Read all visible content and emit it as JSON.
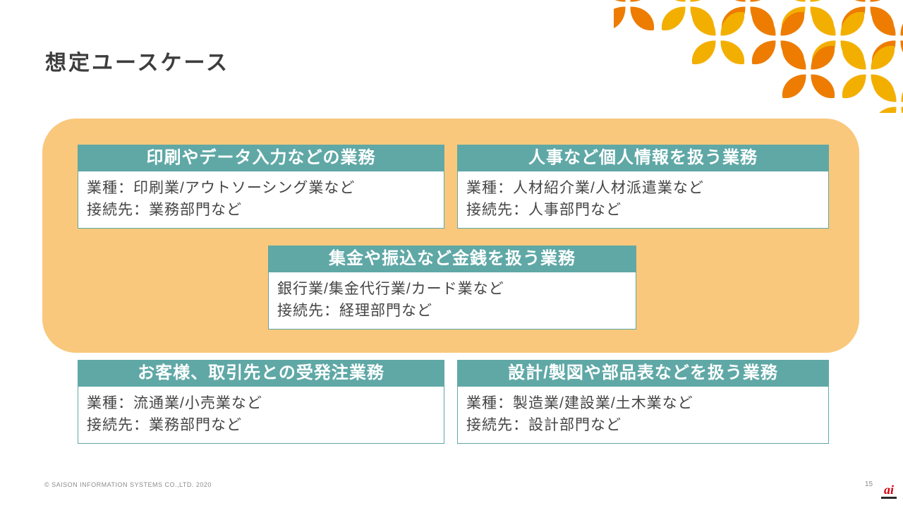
{
  "slide": {
    "title": "想定ユースケース",
    "cards": [
      {
        "header": "印刷やデータ入力などの業務",
        "line1": "業種：印刷業/アウトソーシング業など",
        "line2": "接続先：業務部門など"
      },
      {
        "header": "人事など個人情報を扱う業務",
        "line1": "業種：人材紹介業/人材派遣業など",
        "line2": "接続先：人事部門など"
      },
      {
        "header": "集金や振込など金銭を扱う業務",
        "line1": "銀行業/集金代行業/カード業など",
        "line2": "接続先：経理部門など"
      },
      {
        "header": "お客様、取引先との受発注業務",
        "line1": "業種：流通業/小売業など",
        "line2": "接続先：業務部門など"
      },
      {
        "header": "設計/製図や部品表などを扱う業務",
        "line1": "業種：製造業/建設業/土木業など",
        "line2": "接続先：設計部門など"
      }
    ],
    "footer": {
      "copyright": "© SAISON INFORMATION SYSTEMS CO.,LTD. 2020",
      "page_number": "15",
      "logo_text": "ai"
    },
    "colors": {
      "card_header_teal": "#5FA8A6",
      "panel_orange": "#F9C87C",
      "petal_orange": "#ED7C00",
      "petal_yellow": "#F3AF00",
      "logo_red": "#D2000F"
    }
  }
}
